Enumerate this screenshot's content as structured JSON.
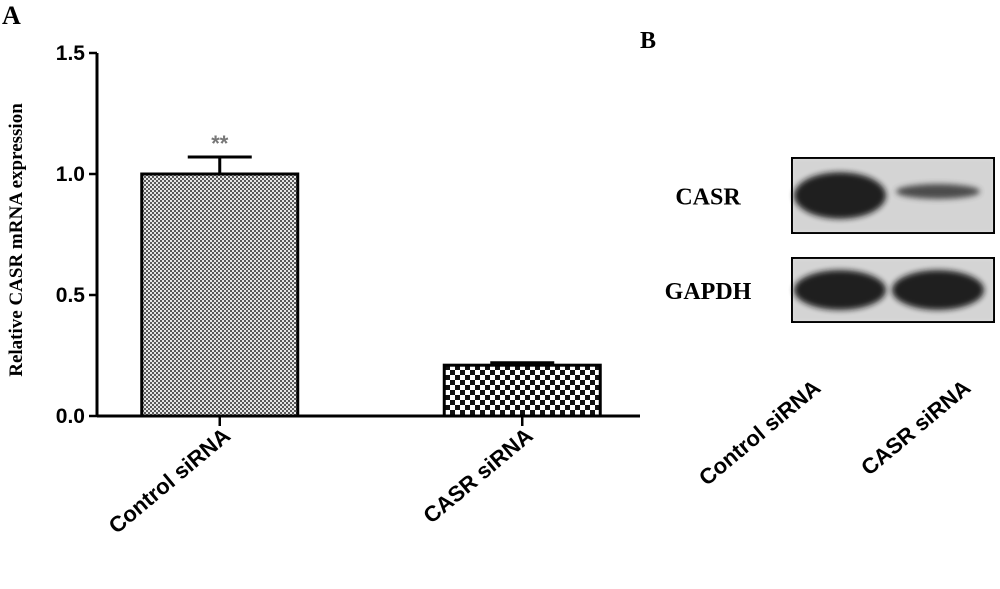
{
  "panel_a": {
    "label": "A",
    "chart_data": {
      "type": "bar",
      "categories": [
        "Control siRNA",
        "CASR siRNA"
      ],
      "values": [
        1.0,
        0.21
      ],
      "errors": [
        0.07,
        0.01
      ],
      "ylabel": "Relative CASR mRNA expression",
      "ylim": [
        0,
        1.5
      ],
      "yticks": [
        0.0,
        0.5,
        1.0,
        1.5
      ],
      "ytick_labels": [
        "0.0",
        "0.5",
        "1.0",
        "1.5"
      ],
      "annotations": [
        {
          "category": "Control siRNA",
          "text": "**"
        }
      ],
      "bar_patterns": [
        "fine-checker",
        "coarse-checker"
      ],
      "grid": false
    }
  },
  "panel_b": {
    "label": "B",
    "blot": {
      "rows": [
        {
          "label": "CASR",
          "band_intensity": [
            1.0,
            0.3
          ]
        },
        {
          "label": "GAPDH",
          "band_intensity": [
            1.0,
            1.0
          ]
        }
      ],
      "lanes": [
        "Control siRNA",
        "CASR siRNA"
      ]
    }
  }
}
